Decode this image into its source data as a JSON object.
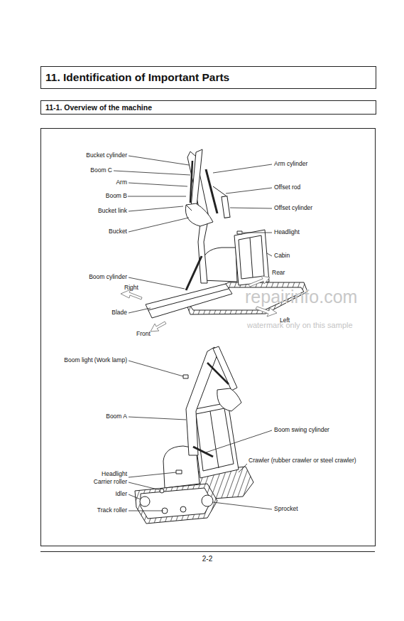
{
  "diagram": {
    "title": "11. Identification of Important Parts",
    "labels": [
      "11-1. Overview of the machine",
      "Bucket cylinder",
      "Arm cylinder",
      "Boom C",
      "Arm",
      "Offset rod",
      "Boom B",
      "Bucket link",
      "Offset cylinder",
      "Headlight",
      "Bucket",
      "Cabin",
      "Boom cylinder",
      "Rear",
      "Right",
      "Blade",
      "repairinfo.com",
      "Left",
      "watermark only on this sample",
      "Front",
      "Boom light (Work lamp)",
      "Boom A",
      "Boom swing cylinder",
      "Crawler (rubber crawler or steel crawler)",
      "Headlight",
      "Carrier roller",
      "Idler",
      "Track roller",
      "Sprocket",
      "2-2"
    ]
  }
}
